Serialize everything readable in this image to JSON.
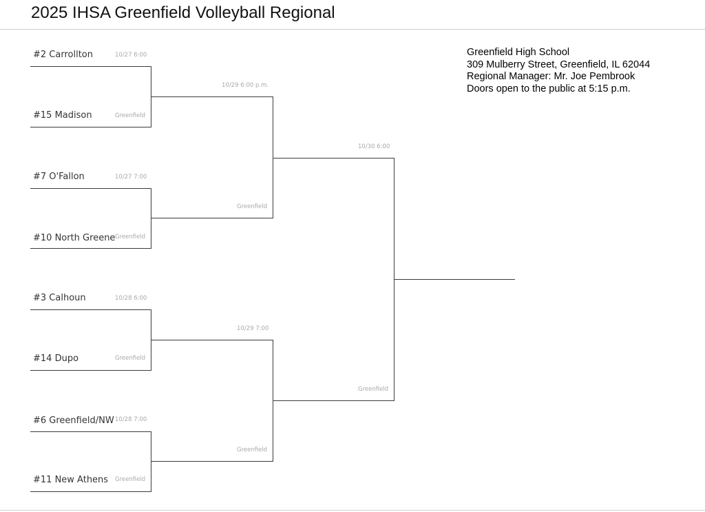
{
  "title": "2025 IHSA Greenfield Volleyball Regional",
  "info": {
    "school": "Greenfield High School",
    "address": "309 Mulberry Street, Greenfield, IL 62044",
    "manager": "Regional Manager:  Mr. Joe Pembrook",
    "doors": "Doors open to the public at 5:15 p.m."
  },
  "round1": [
    {
      "top_team": "#2 Carrollton",
      "bottom_team": "#15 Madison",
      "date": "10/27 6:00",
      "site": "Greenfield"
    },
    {
      "top_team": "#7 O'Fallon",
      "bottom_team": "#10 North Greene",
      "date": "10/27 7:00",
      "site": "Greenfield"
    },
    {
      "top_team": "#3 Calhoun",
      "bottom_team": "#14 Dupo",
      "date": "10/28 6:00",
      "site": "Greenfield"
    },
    {
      "top_team": "#6 Greenfield/NW",
      "bottom_team": "#11 New Athens",
      "date": "10/28 7:00",
      "site": "Greenfield"
    }
  ],
  "semis": [
    {
      "date": "10/29 6:00 p.m.",
      "site": "Greenfield"
    },
    {
      "date": "10/29 7:00",
      "site": "Greenfield"
    }
  ],
  "final": {
    "date": "10/30 6:00",
    "site": "Greenfield"
  }
}
